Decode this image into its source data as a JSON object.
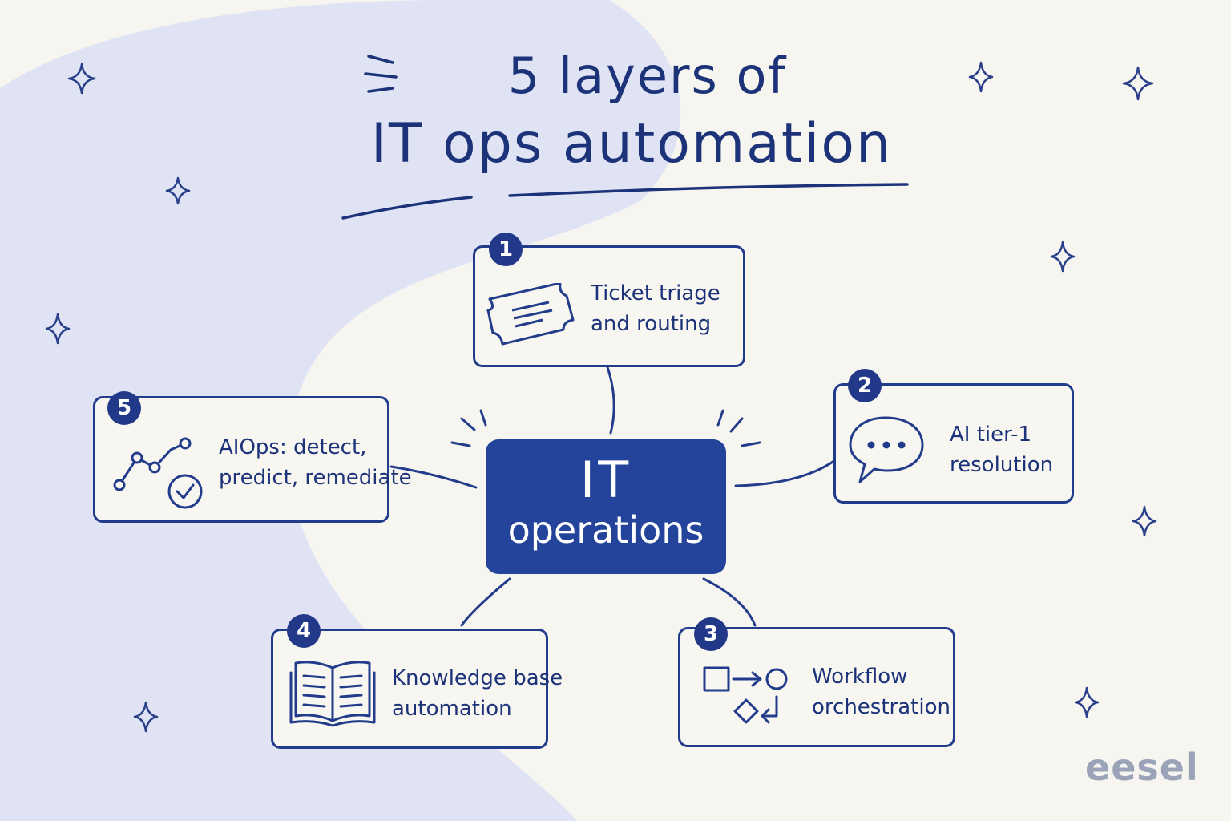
{
  "title": {
    "line1": "5 layers of",
    "line2": "IT ops automation"
  },
  "center": {
    "line1": "IT",
    "line2": "operations"
  },
  "layers": [
    {
      "number": "1",
      "line1": "Ticket triage",
      "line2": "and routing",
      "icon": "ticket-icon"
    },
    {
      "number": "2",
      "line1": "AI tier-1",
      "line2": "resolution",
      "icon": "chat-bubble-icon"
    },
    {
      "number": "3",
      "line1": "Workflow",
      "line2": "orchestration",
      "icon": "workflow-icon"
    },
    {
      "number": "4",
      "line1": "Knowledge base",
      "line2": "automation",
      "icon": "open-book-icon"
    },
    {
      "number": "5",
      "line1": "AIOps: detect,",
      "line2": "predict, remediate",
      "icon": "trend-check-icon"
    }
  ],
  "brand": {
    "logo": "eesel"
  },
  "colors": {
    "primary": "#23449a",
    "background": "#f7f5f0",
    "blob": "#dfe3f3"
  }
}
